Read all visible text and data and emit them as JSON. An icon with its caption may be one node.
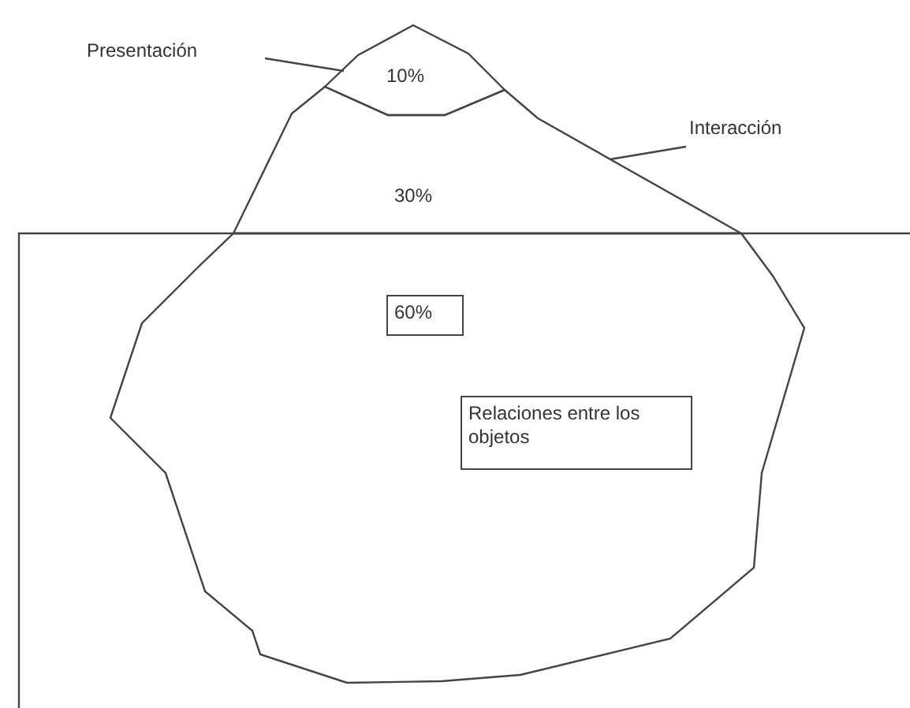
{
  "diagram": {
    "nodes": [
      {
        "text": [
          "Presentación"
        ]
      },
      {
        "text": [
          "10%"
        ]
      },
      {
        "text": [
          "Interacción"
        ]
      },
      {
        "text": [
          "30%"
        ]
      },
      {
        "text": [
          "60%"
        ]
      },
      {
        "text": [
          "Relaciones entre los objetos"
        ]
      }
    ],
    "edges": [
      {
        "from": 0,
        "to": 1,
        "arrow": "none"
      },
      {
        "from": 2,
        "to": 3,
        "arrow": "none"
      }
    ]
  }
}
